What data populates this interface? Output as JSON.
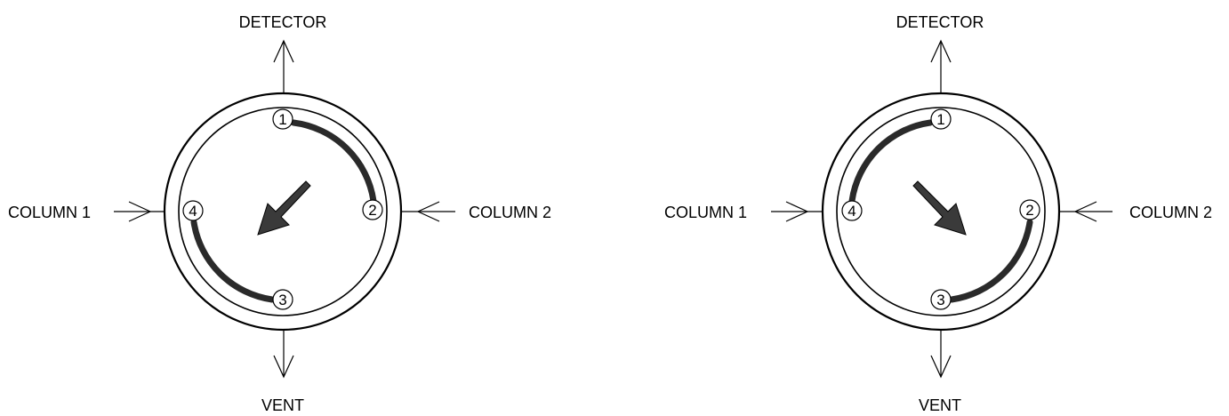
{
  "valves": [
    {
      "detector_label": "DETECTOR",
      "vent_label": "VENT",
      "column1_label": "COLUMN 1",
      "column2_label": "COLUMN 2",
      "ports": [
        "1",
        "2",
        "3",
        "4"
      ],
      "connections": [
        "1-2",
        "3-4"
      ],
      "rotation_arrow": "arrow-down-left"
    },
    {
      "detector_label": "DETECTOR",
      "vent_label": "VENT",
      "column1_label": "COLUMN 1",
      "column2_label": "COLUMN 2",
      "ports": [
        "1",
        "2",
        "3",
        "4"
      ],
      "connections": [
        "1-4",
        "2-3"
      ],
      "rotation_arrow": "arrow-down-right"
    }
  ]
}
